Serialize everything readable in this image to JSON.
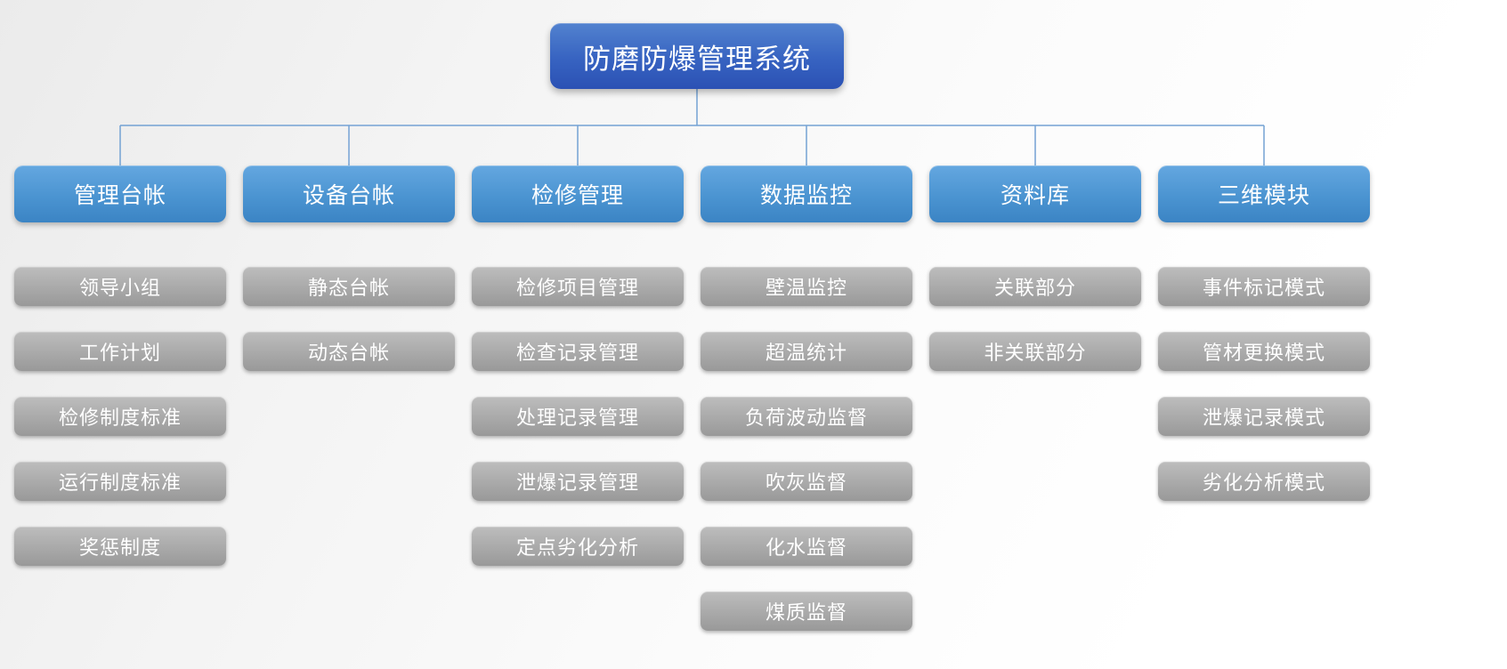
{
  "title": "防磨防爆管理系统",
  "colors": {
    "title_gradient_top": "#5282cf",
    "title_gradient_bottom": "#2b51b4",
    "branch_gradient_top": "#64a7e0",
    "branch_gradient_bottom": "#3b84c4",
    "leaf_gradient_top": "#bdbdbd",
    "leaf_gradient_bottom": "#999999",
    "connector_line": "#74a2d4",
    "text": "#ffffff"
  },
  "columns": [
    {
      "label": "管理台帐",
      "items": [
        "领导小组",
        "工作计划",
        "检修制度标准",
        "运行制度标准",
        "奖惩制度"
      ]
    },
    {
      "label": "设备台帐",
      "items": [
        "静态台帐",
        "动态台帐"
      ]
    },
    {
      "label": "检修管理",
      "items": [
        "检修项目管理",
        "检查记录管理",
        "处理记录管理",
        "泄爆记录管理",
        "定点劣化分析"
      ]
    },
    {
      "label": "数据监控",
      "items": [
        "壁温监控",
        "超温统计",
        "负荷波动监督",
        "吹灰监督",
        "化水监督",
        "煤质监督"
      ]
    },
    {
      "label": "资料库",
      "items": [
        "关联部分",
        "非关联部分"
      ]
    },
    {
      "label": "三维模块",
      "items": [
        "事件标记模式",
        "管材更换模式",
        "泄爆记录模式",
        "劣化分析模式"
      ]
    }
  ]
}
